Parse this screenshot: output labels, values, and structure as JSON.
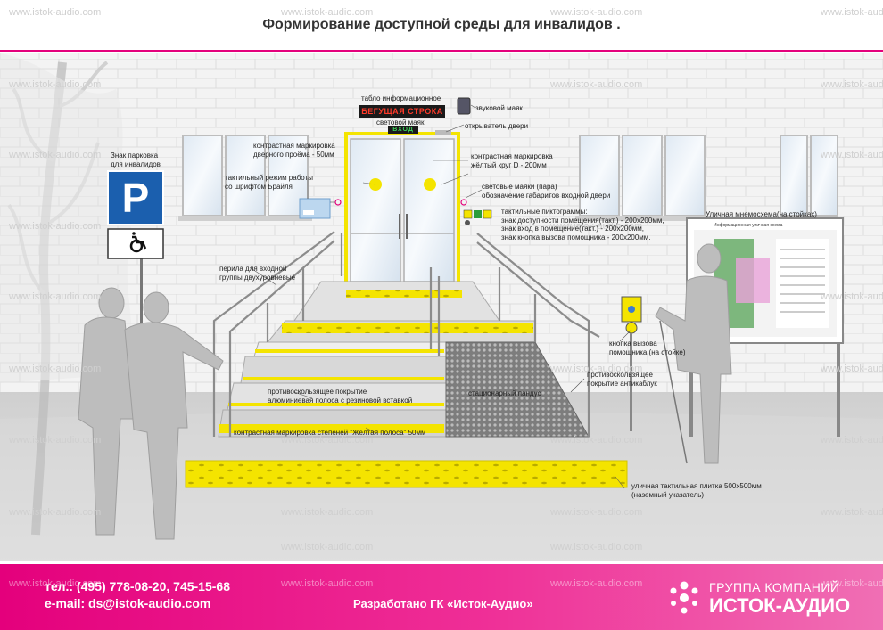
{
  "title": "Формирование доступной среды для инвалидов .",
  "watermark": "www.istok-audio.com",
  "signs": {
    "led_text": "БЕГУЩАЯ СТРОКА",
    "entrance_text": "ВХОД",
    "parking_letter": "P",
    "board_heading": "Информационная уличная схема"
  },
  "labels": {
    "info_board": "табло информационное",
    "light_beacon": "световой маяк",
    "sound_beacon": "звуковой маяк",
    "door_opener": "открыватель двери",
    "door_contrast": "контрастная маркировка\nдверного проёма - 50мм",
    "yellow_circle": "контрастная маркировка\nжёлтый круг D - 200мм",
    "parking_sign": "Знак парковка\nдля инвалидов",
    "braille": "тактильный режим работы\nсо шрифтом Брайля",
    "light_beacons_pair": "световые маяки (пара)\nобозначение габаритов входной двери",
    "pictograms": "тактильные пиктограммы:\nзнак доступности помещения(такт.) - 200х200мм,\nзнак вход в помещение(такт.) - 200х200мм,\nзнак кнопка вызова помощника - 200х200мм.",
    "street_board": "Уличная мнемосхема(на стойках)",
    "railing": "перила для входной\nгруппы двухуровневые",
    "call_button": "кнопка вызова\nпомощника (на стойке)",
    "anti_heel": "противоскользящее\nпокрытие антикаблук",
    "anti_slip": "противоскользящее покрытие\nалюминиевая полоса с резиновой вставкой",
    "ramp": "стационарный пандус",
    "step_contrast": "контрастная маркировка степеней \"Жёлтая полоса\" 50мм",
    "tactile_tile": "уличная тактильная плитка 500х500мм\n(наземный указатель)"
  },
  "footer": {
    "phone": "тел.: (495) 778-08-20, 745-15-68",
    "email": "e-mail: ds@istok-audio.com",
    "developed": "Разработано ГК «Исток-Аудио»",
    "company_top": "ГРУППА КОМПАНИЙ",
    "company_name": "ИСТОК-АУДИО"
  },
  "colors": {
    "accent_pink": "#e4007c",
    "tactile_yellow": "#f4e400",
    "parking_blue": "#1b5fae",
    "led_red": "#ff3b2a"
  }
}
